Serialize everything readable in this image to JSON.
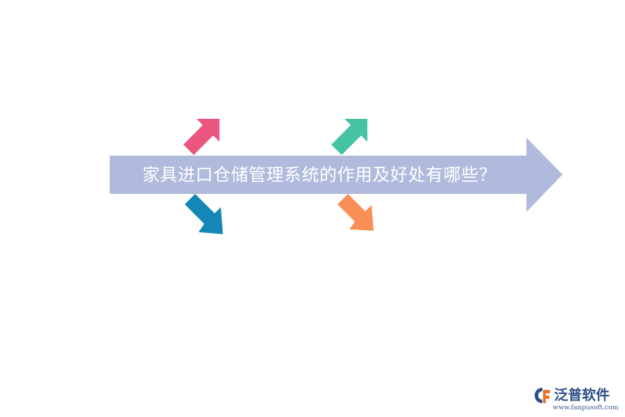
{
  "title": "家具进口仓储管理系统的作用及好处有哪些？",
  "colors": {
    "main_arrow": "#afbadc",
    "arrow_pink": "#ea5680",
    "arrow_teal": "#45c3a3",
    "arrow_blue": "#1387b5",
    "arrow_orange": "#f98f56",
    "title_text": "#ffffff"
  },
  "logo": {
    "name": "泛普软件",
    "url": "www.fanpusoft.com",
    "icon": "fanpu-logo-icon"
  }
}
